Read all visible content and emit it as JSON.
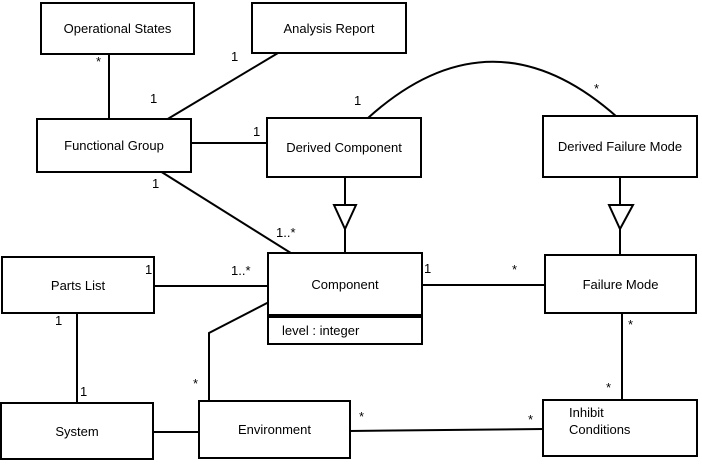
{
  "diagram": {
    "background_color": "#ffffff",
    "line_color": "#000000",
    "classes": {
      "operational_states": {
        "label": "Operational States"
      },
      "analysis_report": {
        "label": "Analysis Report"
      },
      "functional_group": {
        "label": "Functional Group"
      },
      "derived_component": {
        "label": "Derived Component"
      },
      "derived_failure_mode": {
        "label": "Derived Failure Mode"
      },
      "parts_list": {
        "label": "Parts List"
      },
      "component": {
        "label": "Component",
        "attribute": "level : integer"
      },
      "failure_mode": {
        "label": "Failure Mode"
      },
      "system": {
        "label": "System"
      },
      "environment": {
        "label": "Environment"
      },
      "inhibit_conditions": {
        "label": "Inhibit\nConditions"
      }
    },
    "associations": [
      {
        "from": "Operational States",
        "to": "Functional Group",
        "mult_from": "*",
        "mult_to": "1"
      },
      {
        "from": "Analysis Report",
        "to": "Functional Group",
        "mult_from": "1"
      },
      {
        "from": "Derived Component",
        "to": "Functional Group",
        "mult_from": "1"
      },
      {
        "from": "Derived Component",
        "to": "Derived Failure Mode",
        "mult_from": "1",
        "mult_to": "*"
      },
      {
        "from": "Functional Group",
        "to": "Component",
        "mult_from": "1",
        "mult_to": "1..*"
      },
      {
        "from": "Parts List",
        "to": "Component",
        "mult_from": "1",
        "mult_to": "1..*"
      },
      {
        "from": "Component",
        "to": "Failure Mode",
        "mult_from": "1",
        "mult_to": "*"
      },
      {
        "from": "Parts List",
        "to": "System",
        "mult_from": "1",
        "mult_to": "1"
      },
      {
        "from": "Component",
        "to": "Environment",
        "mult_to": "*"
      },
      {
        "from": "Failure Mode",
        "to": "Inhibit Conditions",
        "mult_from": "*",
        "mult_to": "*"
      },
      {
        "from": "Environment",
        "to": "Inhibit Conditions",
        "mult_from": "*",
        "mult_to": "*"
      },
      {
        "from": "System",
        "to": "Environment"
      }
    ],
    "generalizations": [
      {
        "child": "Derived Component",
        "parent": "Component"
      },
      {
        "child": "Derived Failure Mode",
        "parent": "Failure Mode"
      }
    ]
  }
}
